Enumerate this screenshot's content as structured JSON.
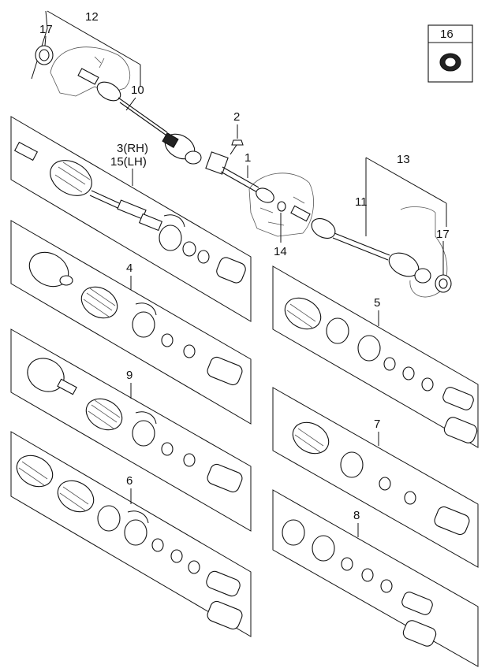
{
  "callouts": {
    "c1": "1",
    "c2": "2",
    "c3": "3(RH)",
    "c15": "15(LH)",
    "c4": "4",
    "c5": "5",
    "c6": "6",
    "c7": "7",
    "c8": "8",
    "c9": "9",
    "c10": "10",
    "c11": "11",
    "c12": "12",
    "c13": "13",
    "c14": "14",
    "c16": "16",
    "c17_left": "17",
    "c17_right": "17"
  }
}
